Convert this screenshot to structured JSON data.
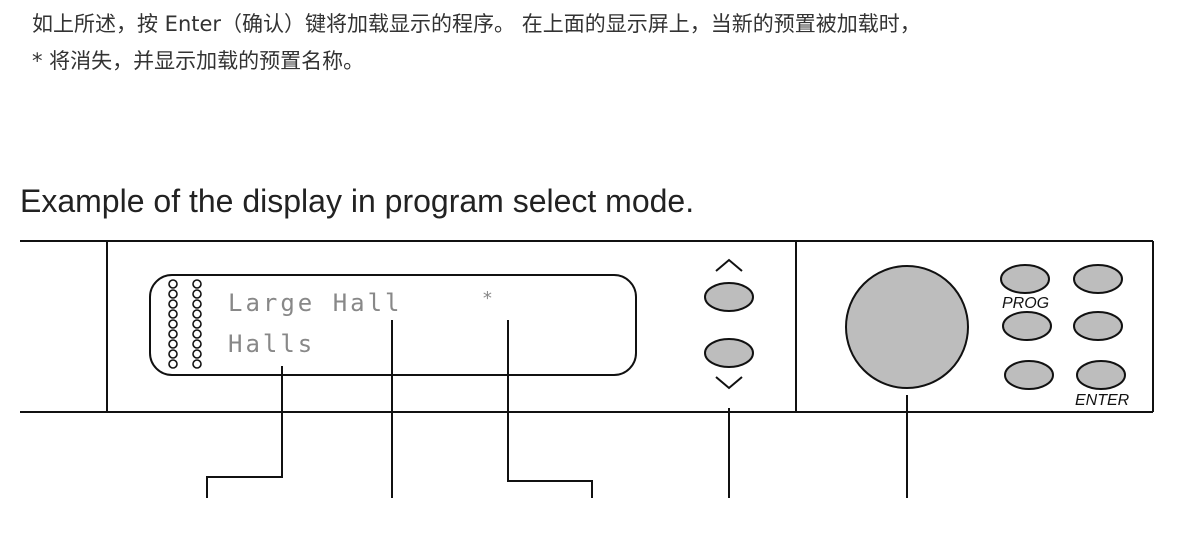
{
  "intro": {
    "line1": "如上所述，按 Enter（确认）键将加载显示的程序。 在上面的显示屏上，当新的预置被加载时，",
    "line2": "* 将消失，并显示加载的预置名称。"
  },
  "figure": {
    "caption": "Example of the display in program select mode.",
    "lcd": {
      "program_name": "Large Hall",
      "modified_marker": "*",
      "bank_name": "Halls"
    },
    "labels": {
      "prog": "PROG",
      "enter": "ENTER"
    },
    "colors": {
      "button_fill": "#bdbdbd",
      "knob_fill": "#bdbdbd",
      "lcd_text": "#888888",
      "stroke": "#111111"
    }
  }
}
